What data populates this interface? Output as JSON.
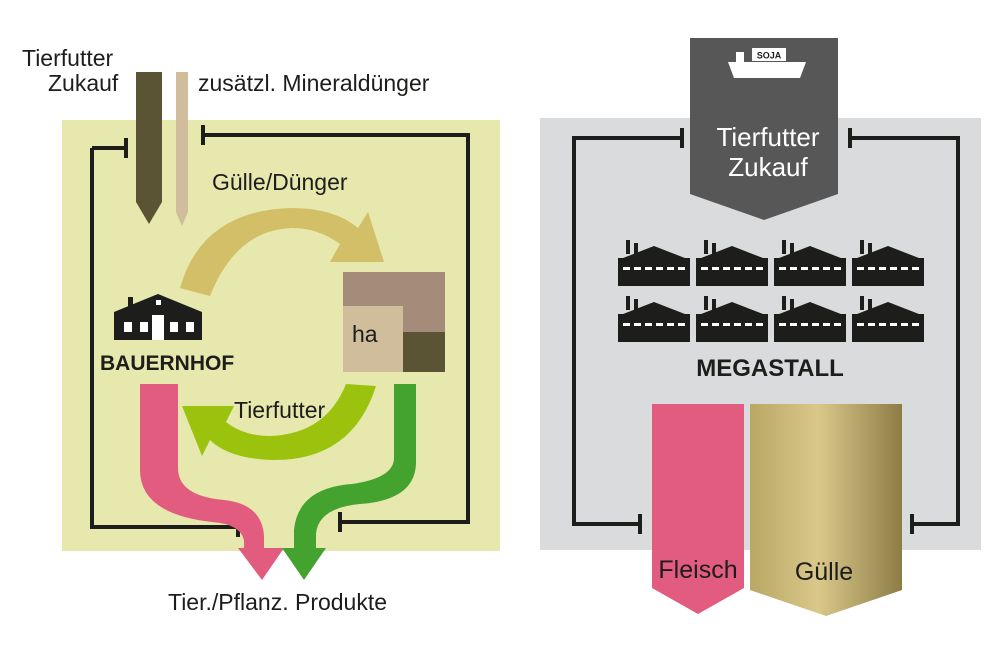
{
  "left_panel": {
    "feed_purchase_label": [
      "Tierfutter",
      "Zukauf"
    ],
    "mineral_fertilizer_label": "zusätzl. Mineraldünger",
    "manure_label": "Gülle/Dünger",
    "field_label": "ha",
    "farm_label": "BAUERNHOF",
    "feed_label": "Tierfutter",
    "products_label": "Tier./Pflanz. Produkte",
    "colors": {
      "background": "#e6e8ae",
      "manure_arrow": "#d2bf67",
      "feed_arrow": "#9bc30e",
      "animal_products": "#e25c7f",
      "plant_products": "#44a22f",
      "feed_input": "#5a5334",
      "mineral_input": "#d0bd9b",
      "field_dark": "#5a5334",
      "field_mid": "#a48b7a",
      "field_light": "#d0bd9b"
    }
  },
  "right_panel": {
    "ship_label": "SOJA",
    "feed_purchase_label": [
      "Tierfutter",
      "Zukauf"
    ],
    "megastall_label": "MEGASTALL",
    "meat_label": "Fleisch",
    "manure_label": "Gülle",
    "colors": {
      "background": "#dadbdc",
      "feed_input": "#575757",
      "meat": "#e25c7f",
      "manure": "#b9a765"
    }
  }
}
